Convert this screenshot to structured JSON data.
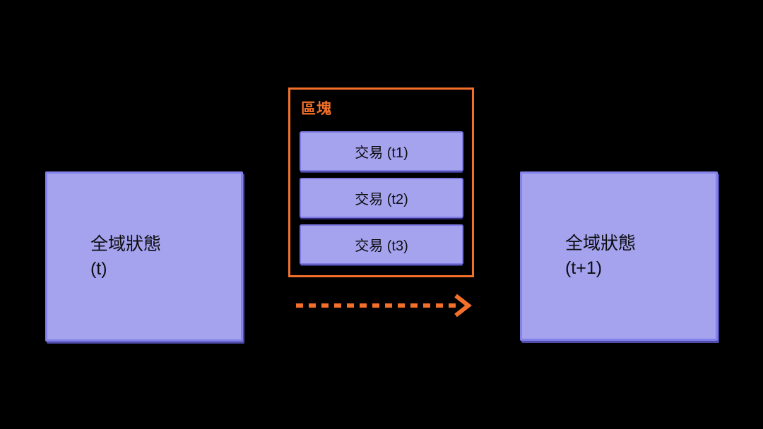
{
  "colors": {
    "background": "#000000",
    "state_box_fill": "#a5a2ee",
    "state_box_border": "#8381ea",
    "state_box_shadow": "#4f4caa",
    "tx_box_fill": "#a6a3ee",
    "tx_box_border": "#7c7ae2",
    "tx_box_shadow": "#32307c",
    "accent_orange": "#f2702a",
    "text_dark": "#0d0d10"
  },
  "diagram": {
    "state_before": {
      "title": "全域狀態",
      "subtitle": "(t)"
    },
    "block": {
      "label": "區塊",
      "transactions": [
        {
          "label": "交易 (t1)"
        },
        {
          "label": "交易 (t2)"
        },
        {
          "label": "交易 (t3)"
        }
      ]
    },
    "arrow": {
      "style": "dashed",
      "direction": "right"
    },
    "state_after": {
      "title": "全域狀態",
      "subtitle": "(t+1)"
    }
  }
}
